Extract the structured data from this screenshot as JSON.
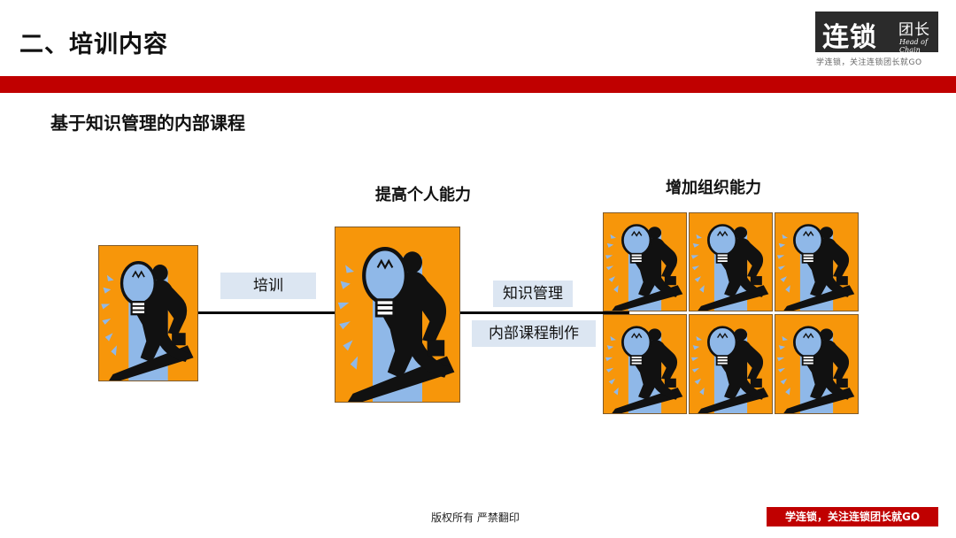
{
  "header": {
    "title": "二、培训内容",
    "logo_main": "连锁",
    "logo_tuanzhang": "团长",
    "logo_en": "Head of Chain",
    "slogan": "学连锁，关注连锁团长就GO",
    "accent_color": "#c00000"
  },
  "main": {
    "subtitle": "基于知识管理的内部课程",
    "heading_personal": "提高个人能力",
    "heading_org": "增加组织能力",
    "label_train": "培训",
    "label_km": "知识管理",
    "label_course": "内部课程制作",
    "picture_icon": "lightbulb-businessman-clipart"
  },
  "footer": {
    "copyright": "版权所有  严禁翻印",
    "slogan": "学连锁，关注连锁团长就GO"
  }
}
